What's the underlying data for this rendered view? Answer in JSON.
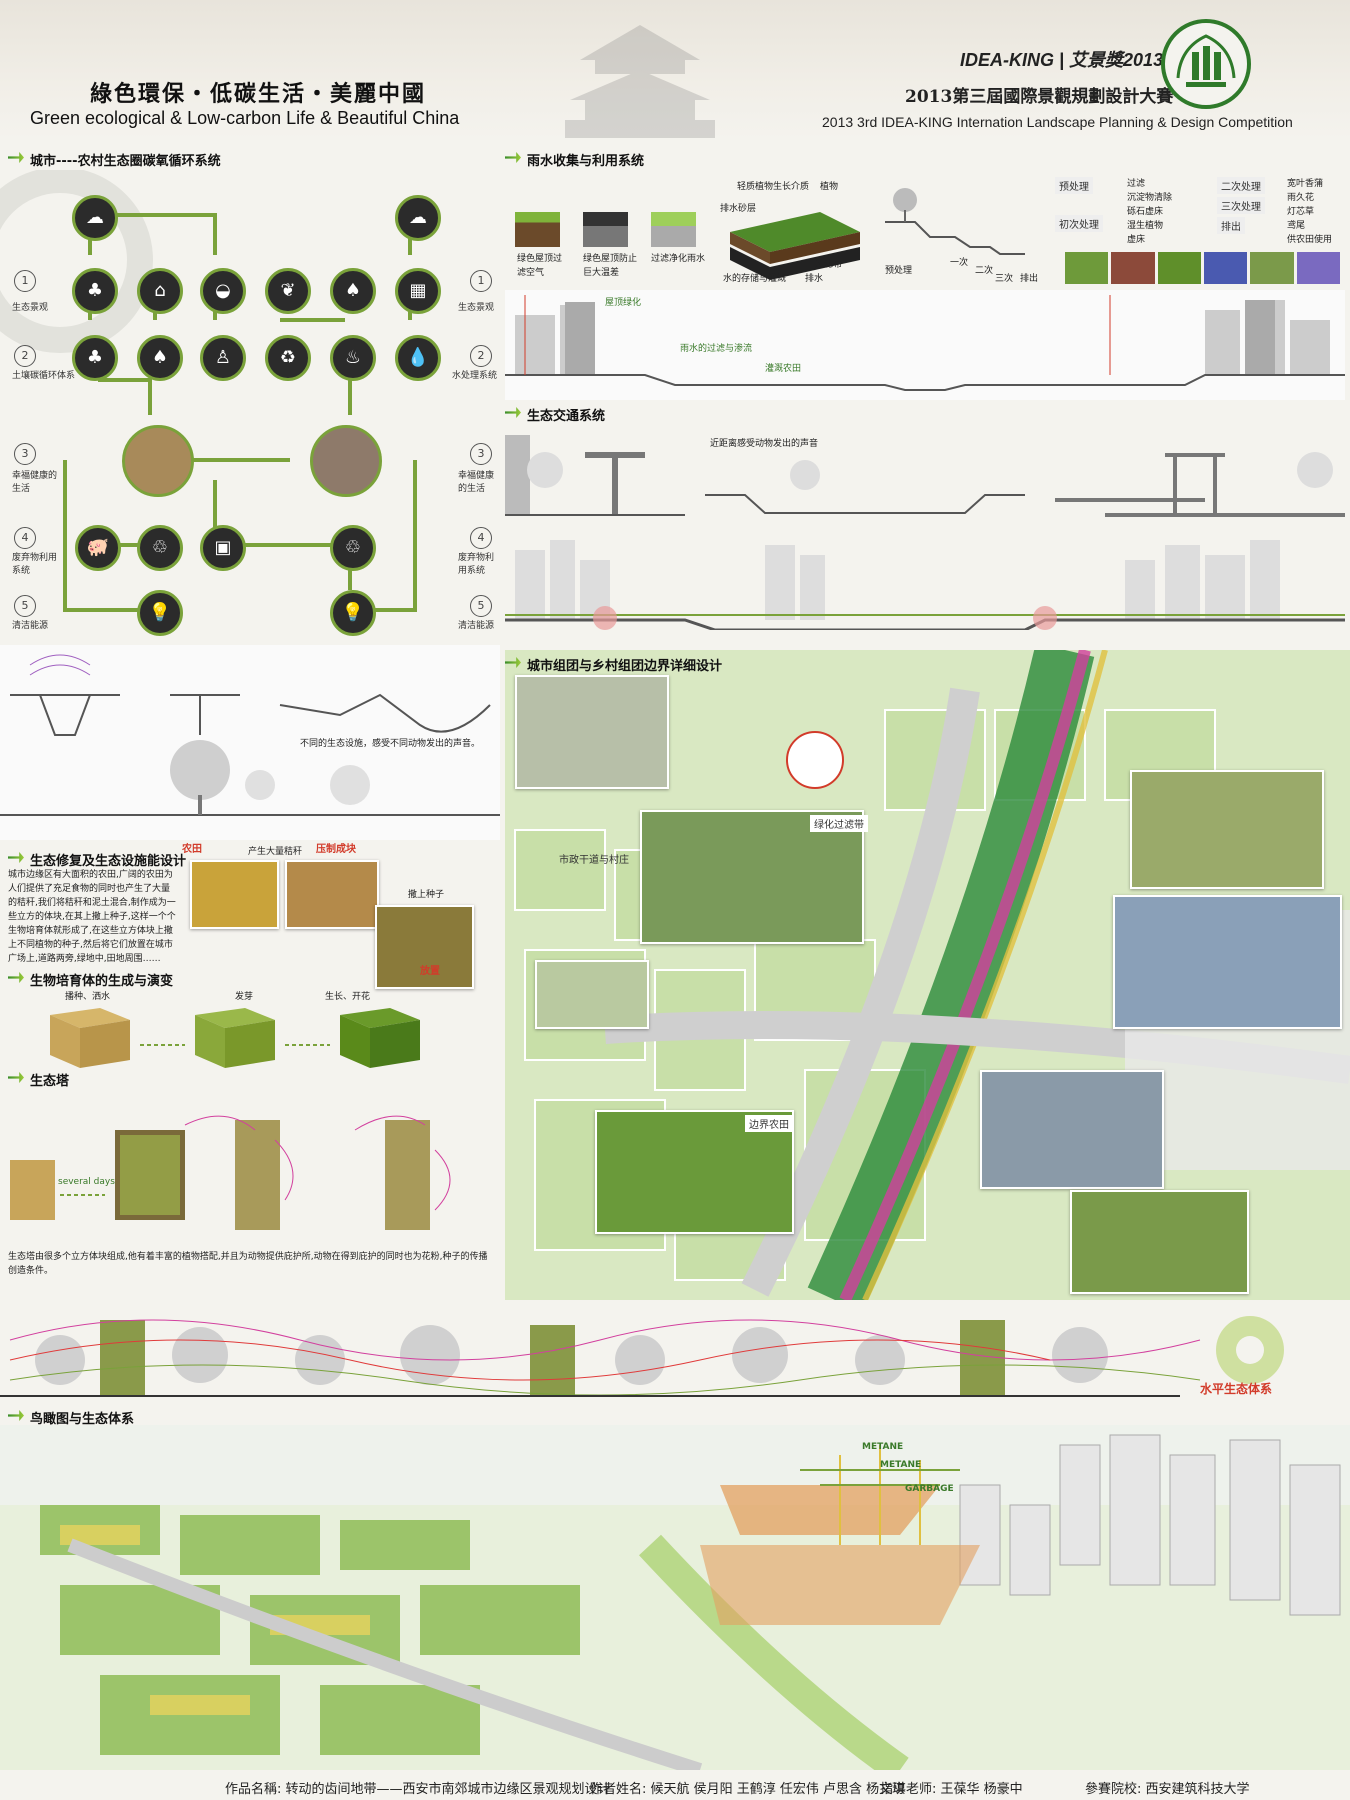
{
  "header": {
    "title_cn": "綠色環保・低碳生活・美麗中國",
    "title_en": "Green ecological & Low-carbon Life & Beautiful China",
    "brand": "IDEA-KING | 艾景獎2013",
    "competition_cn": "2013第三屆國際景觀規劃設計大賽",
    "competition_en": "2013 3rd IDEA-KING Internation Landscape Planning & Design Competition"
  },
  "sections": {
    "carbon_cycle": "城市----农村生态圈碳氧循环系统",
    "rainwater": "雨水收集与利用系统",
    "traffic": "生态交通系统",
    "boundary": "城市组团与乡村组团边界详细设计",
    "restoration": "生态修复及生态设施能设计",
    "culture_body": "生物培育体的生成与演变",
    "eco_tower": "生态塔",
    "aerial": "鸟瞰图与生态体系",
    "horizontal": "水平生态体系"
  },
  "cycle": {
    "levels": [
      {
        "num": "1",
        "left": "生态景观",
        "right": "生态景观"
      },
      {
        "num": "2",
        "left": "土壤碳循环体系",
        "right": "水处理系统"
      },
      {
        "num": "3",
        "left": "幸福健康的生活",
        "right": "幸福健康的生活"
      },
      {
        "num": "4",
        "left": "废弃物利用系统",
        "right": "废弃物利用系统"
      },
      {
        "num": "5",
        "left": "清洁能源",
        "right": "清洁能源"
      }
    ]
  },
  "rain": {
    "labels": [
      "绿色屋顶过滤空气",
      "绿色屋顶防止巨大温差",
      "过滤净化雨水",
      "轻质植物生长介质",
      "植物",
      "排水砂层",
      "过滤布",
      "水的存储与灌溉",
      "排水"
    ],
    "steps": [
      "预处理",
      "一次",
      "二次",
      "三次",
      "排出"
    ],
    "legend_groups": [
      "预处理",
      "初次处理",
      "二次处理",
      "三次处理",
      "排出"
    ],
    "legend_items": [
      "过滤",
      "沉淀物清除",
      "砾石虚床",
      "湿生植物",
      "虚床",
      "宽叶香蒲",
      "雨久花",
      "灯芯草",
      "鸢尾",
      "供农田使用"
    ],
    "section_labels": [
      "屋顶绿化",
      "雨水的过滤与渗流",
      "灌溉农田"
    ]
  },
  "traffic": {
    "note": "近距离感受动物发出的声音"
  },
  "sound_note": "不同的生态设施，感受不同动物发出的声音。",
  "restoration": {
    "labels": [
      "农田",
      "产生大量秸秆",
      "压制成块",
      "撒上种子",
      "放置"
    ],
    "body": "城市边缘区有大面积的农田,广阔的农田为人们提供了充足食物的同时也产生了大量的秸秆,我们将秸秆和泥土混合,制作成为一些立方的体块,在其上撒上种子,这样一个个生物培育体就形成了,在这些立方体块上撒上不同植物的种子,然后将它们放置在城市广场上,道路两旁,绿地中,田地周围……"
  },
  "culture": {
    "stages": [
      "播种、洒水",
      "发芽",
      "生长、开花"
    ]
  },
  "tower": {
    "arrow_label": "several days",
    "desc": "生态塔由很多个立方体块组成,他有着丰富的植物搭配,并且为动物提供庇护所,动物在得到庇护的同时也为花粉,种子的传播创造条件。"
  },
  "map": {
    "tags": [
      "绿化过滤带",
      "市政干道与村庄",
      "边界农田"
    ]
  },
  "aerial": {
    "labels": [
      "METANE",
      "METANE",
      "GARBAGE"
    ]
  },
  "footer": {
    "work": "作品名稱: 转动的齿间地带——西安市南郊城市边缘区景观规划设计",
    "authors": "作者姓名: 候天航 侯月阳 王鹤淳 任宏伟 卢思含 杨文琪",
    "advisors": "指導老师: 王葆华 杨豪中",
    "school": "參賽院校: 西安建筑科技大学"
  },
  "colors": {
    "green": "#7aa23a",
    "dark": "#2b2b2b",
    "pink": "#d2409e",
    "red": "#d23b2a"
  }
}
